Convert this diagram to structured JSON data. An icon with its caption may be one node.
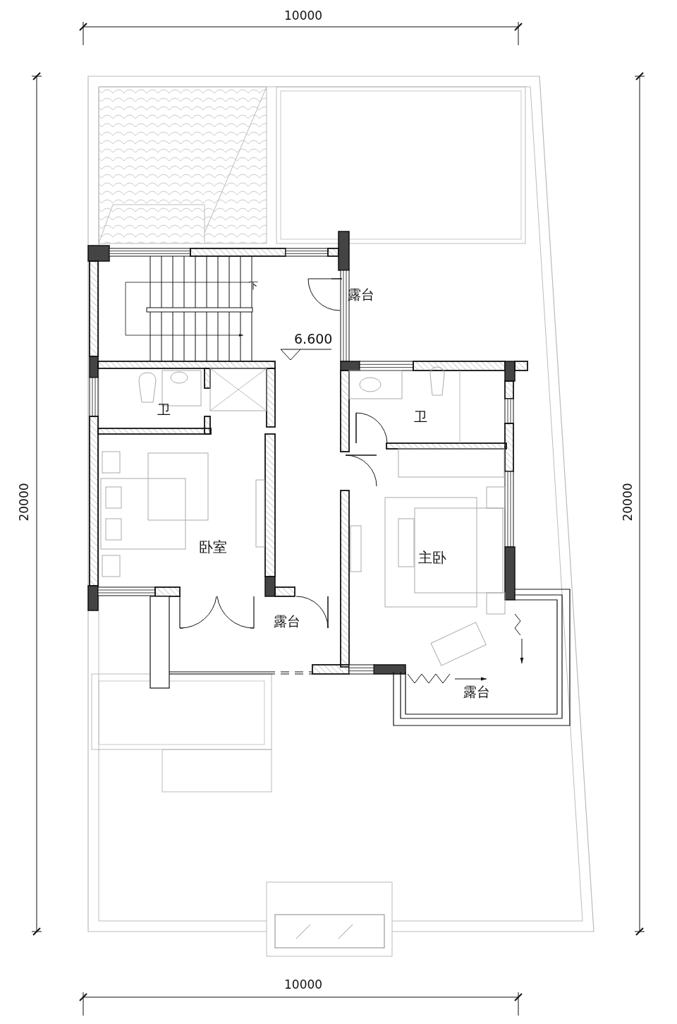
{
  "diagram": {
    "labels": [
      "10000",
      "下",
      "露台",
      "6.600",
      "卫",
      "卫",
      "20000",
      "20000",
      "卧室",
      "主卧",
      "露台",
      "露台",
      "10000"
    ]
  }
}
